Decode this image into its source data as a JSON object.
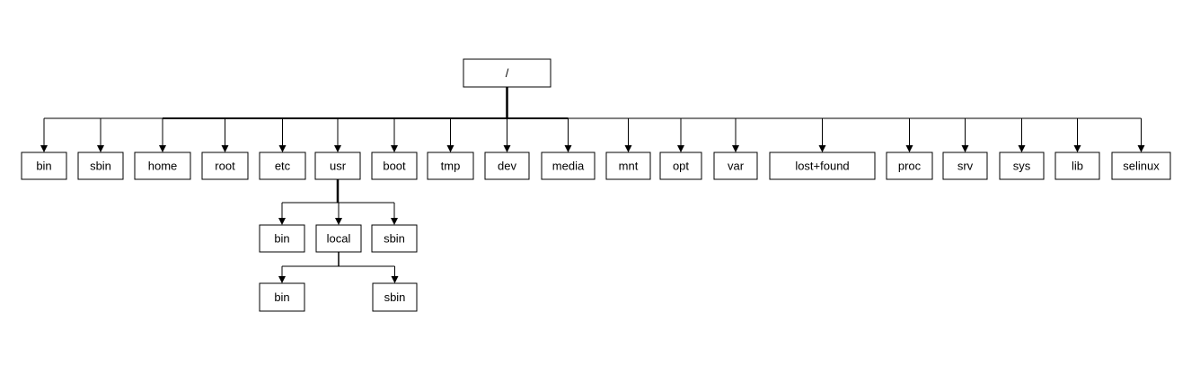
{
  "tree": {
    "root": {
      "label": "/"
    },
    "level1": [
      {
        "label": "bin"
      },
      {
        "label": "sbin"
      },
      {
        "label": "home"
      },
      {
        "label": "root"
      },
      {
        "label": "etc"
      },
      {
        "label": "usr"
      },
      {
        "label": "boot"
      },
      {
        "label": "tmp"
      },
      {
        "label": "dev"
      },
      {
        "label": "media"
      },
      {
        "label": "mnt"
      },
      {
        "label": "opt"
      },
      {
        "label": "var"
      },
      {
        "label": "lost+found"
      },
      {
        "label": "proc"
      },
      {
        "label": "srv"
      },
      {
        "label": "sys"
      },
      {
        "label": "lib"
      },
      {
        "label": "selinux"
      }
    ],
    "usr_children": [
      {
        "label": "bin"
      },
      {
        "label": "local"
      },
      {
        "label": "sbin"
      }
    ],
    "local_children": [
      {
        "label": "bin"
      },
      {
        "label": "sbin"
      }
    ]
  },
  "colors": {
    "stroke": "#000000",
    "background": "#ffffff",
    "text": "#000000"
  }
}
